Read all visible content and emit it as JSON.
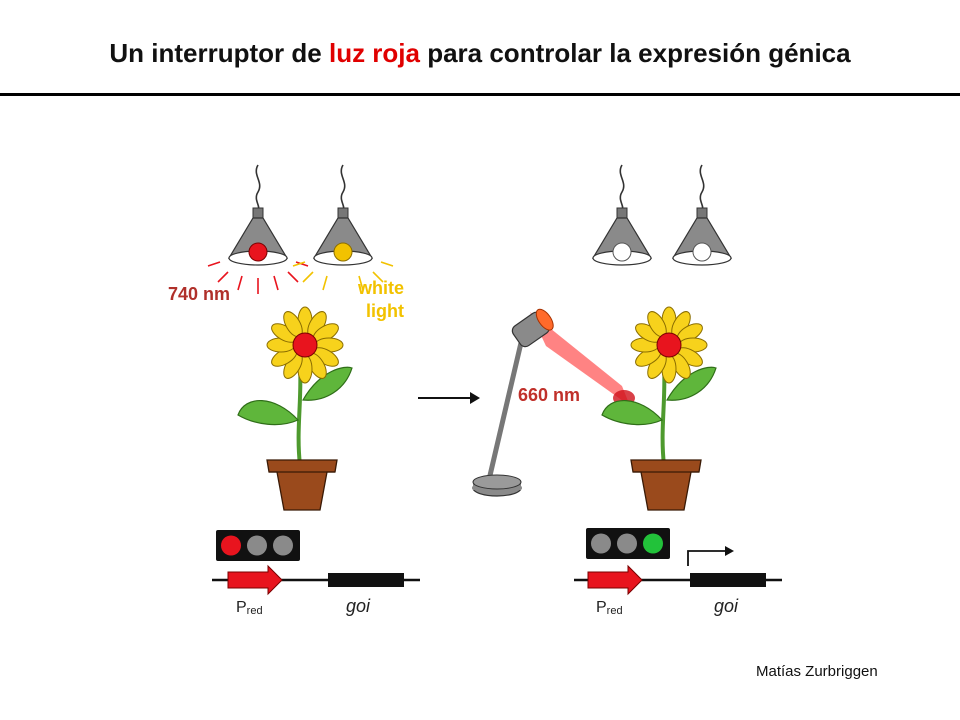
{
  "title": {
    "part1": "Un interruptor de ",
    "highlight": "luz roja",
    "part2": " para controlar la expresión génica",
    "highlight_color": "#e00000"
  },
  "left_panel": {
    "lamp_label_red": "740 nm",
    "lamp_label_white_line1": "white",
    "lamp_label_white_line2": "light",
    "promoter_label_main": "P",
    "promoter_label_sub": "red",
    "gene_label": "goi",
    "traffic_light_state": "red"
  },
  "right_panel": {
    "beam_label": "660 nm",
    "promoter_label_main": "P",
    "promoter_label_sub": "red",
    "gene_label": "goi",
    "traffic_light_state": "green"
  },
  "colors": {
    "red_light": "#e8141e",
    "white_light": "#f2c200",
    "beam": "#ff5a5a",
    "green": "#22c23a",
    "petal": "#f7d21c",
    "leaf": "#5fb63b",
    "pot": "#9a4a1c"
  },
  "author": "Matías Zurbriggen"
}
